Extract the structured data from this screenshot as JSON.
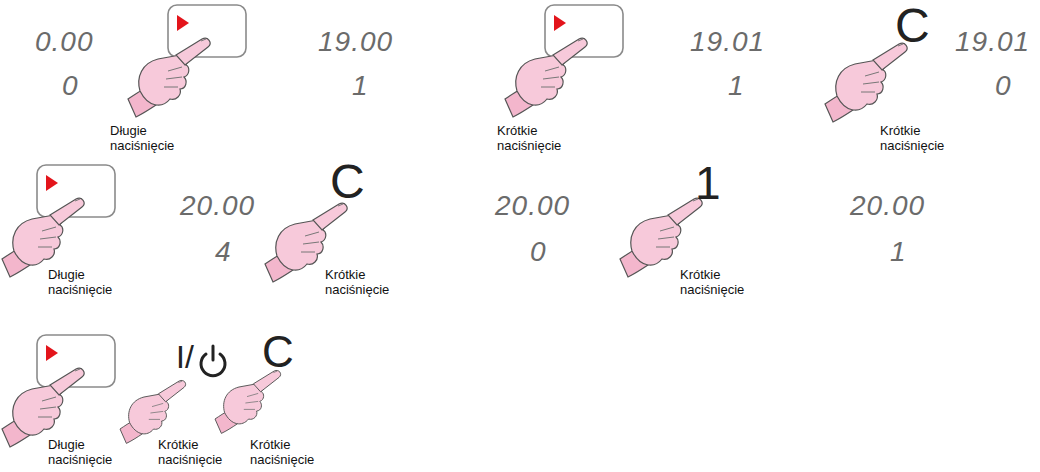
{
  "diagram": {
    "labels": [
      "0.00",
      "0",
      "Długie naciśnięcie",
      "19.00",
      "1",
      "Krótkie naciśnięcie",
      "19.01",
      "1",
      "C",
      "Krótkie naciśnięcie",
      "19.01",
      "0",
      "Długie naciśnięcie",
      "20.00",
      "4",
      "C",
      "Krótkie naciśnięcie",
      "20.00",
      "0",
      "1",
      "Krótkie naciśnięcie",
      "20.00",
      "1",
      "Długie naciśnięcie",
      "I/",
      "Krótkie naciśnięcie",
      "C",
      "Krótkie naciśnięcie"
    ]
  }
}
